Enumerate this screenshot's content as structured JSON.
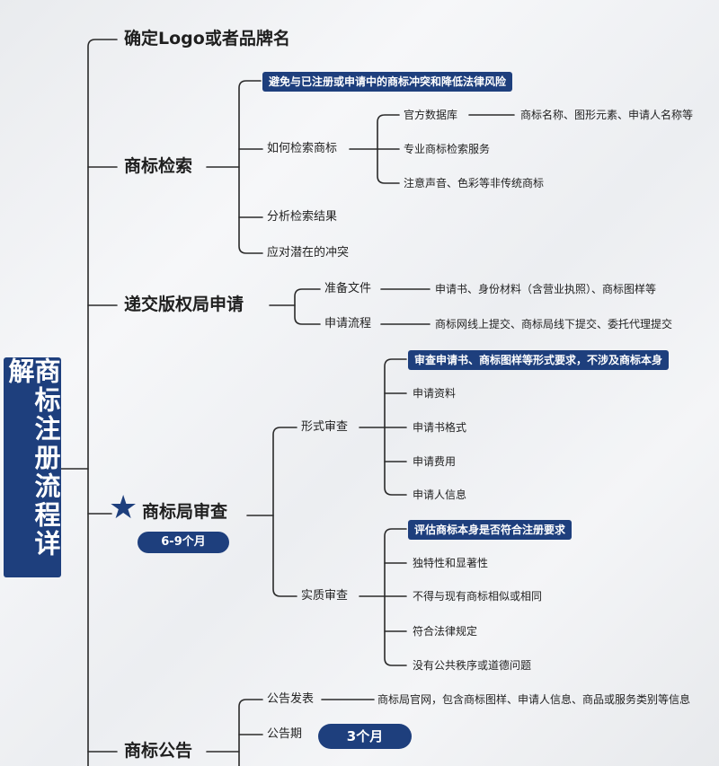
{
  "root": {
    "title": "商标注册流程详解"
  },
  "sections": [
    {
      "label": "确定Logo或者品牌名"
    },
    {
      "label": "商标检索"
    },
    {
      "label": "递交版权局申请"
    },
    {
      "label": "商标局审查"
    },
    {
      "label": "商标公告"
    }
  ],
  "search": {
    "highlight": "避免与已注册或申请中的商标冲突和降低法律风险",
    "how": "如何检索商标",
    "how_items": [
      "官方数据库",
      "专业商标检索服务",
      "注意声音、色彩等非传统商标"
    ],
    "db_detail": "商标名称、图形元素、申请人名称等",
    "analyze": "分析检索结果",
    "conflict": "应对潜在的冲突"
  },
  "submit": {
    "prepare": "准备文件",
    "prepare_detail": "申请书、身份材料（含营业执照）、商标图样等",
    "process": "申请流程",
    "process_detail": "商标网线上提交、商标局线下提交、委托代理提交"
  },
  "review": {
    "duration": "6-9个月",
    "formal": "形式审查",
    "formal_highlight": "审查申请书、商标图样等形式要求，不涉及商标本身",
    "formal_items": [
      "申请资料",
      "申请书格式",
      "申请费用",
      "申请人信息"
    ],
    "substantive": "实质审查",
    "substantive_highlight": "评估商标本身是否符合注册要求",
    "substantive_items": [
      "独特性和显著性",
      "不得与现有商标相似或相同",
      "符合法律规定",
      "没有公共秩序或道德问题"
    ]
  },
  "announce": {
    "publish": "公告发表",
    "publish_detail": "商标局官网，包含商标图样、申请人信息、商品或服务类别等信息",
    "period": "公告期",
    "period_value": "3个月"
  },
  "colors": {
    "accent": "#1e3f7d",
    "line": "#2a2a2a"
  }
}
